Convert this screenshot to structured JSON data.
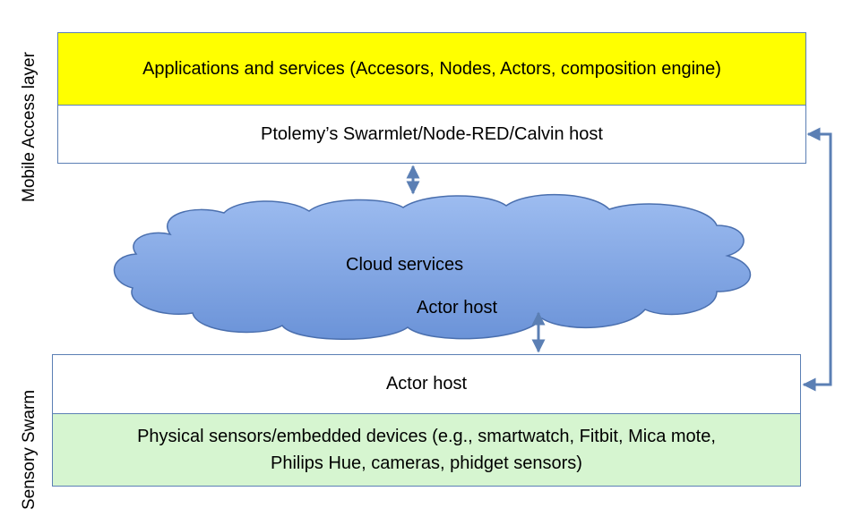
{
  "side_labels": {
    "top": "Mobile Access layer",
    "bottom": "Sensory Swarm"
  },
  "boxes": {
    "applications": "Applications and services (Accesors, Nodes, Actors, composition engine)",
    "host": "Ptolemy’s Swarmlet/Node-RED/Calvin host",
    "actor_host": "Actor host",
    "sensors_line1": "Physical  sensors/embedded devices  (e.g., smartwatch, Fitbit, Mica mote,",
    "sensors_line2": "Philips Hue, cameras, phidget sensors)"
  },
  "cloud": {
    "title": "Cloud services",
    "actor_host": "Actor host"
  },
  "colors": {
    "applications_fill": "#ffff00",
    "sensors_fill": "#d6f5d0",
    "cloud_fill": "#7ea3e0",
    "border": "#5b7fb4"
  }
}
